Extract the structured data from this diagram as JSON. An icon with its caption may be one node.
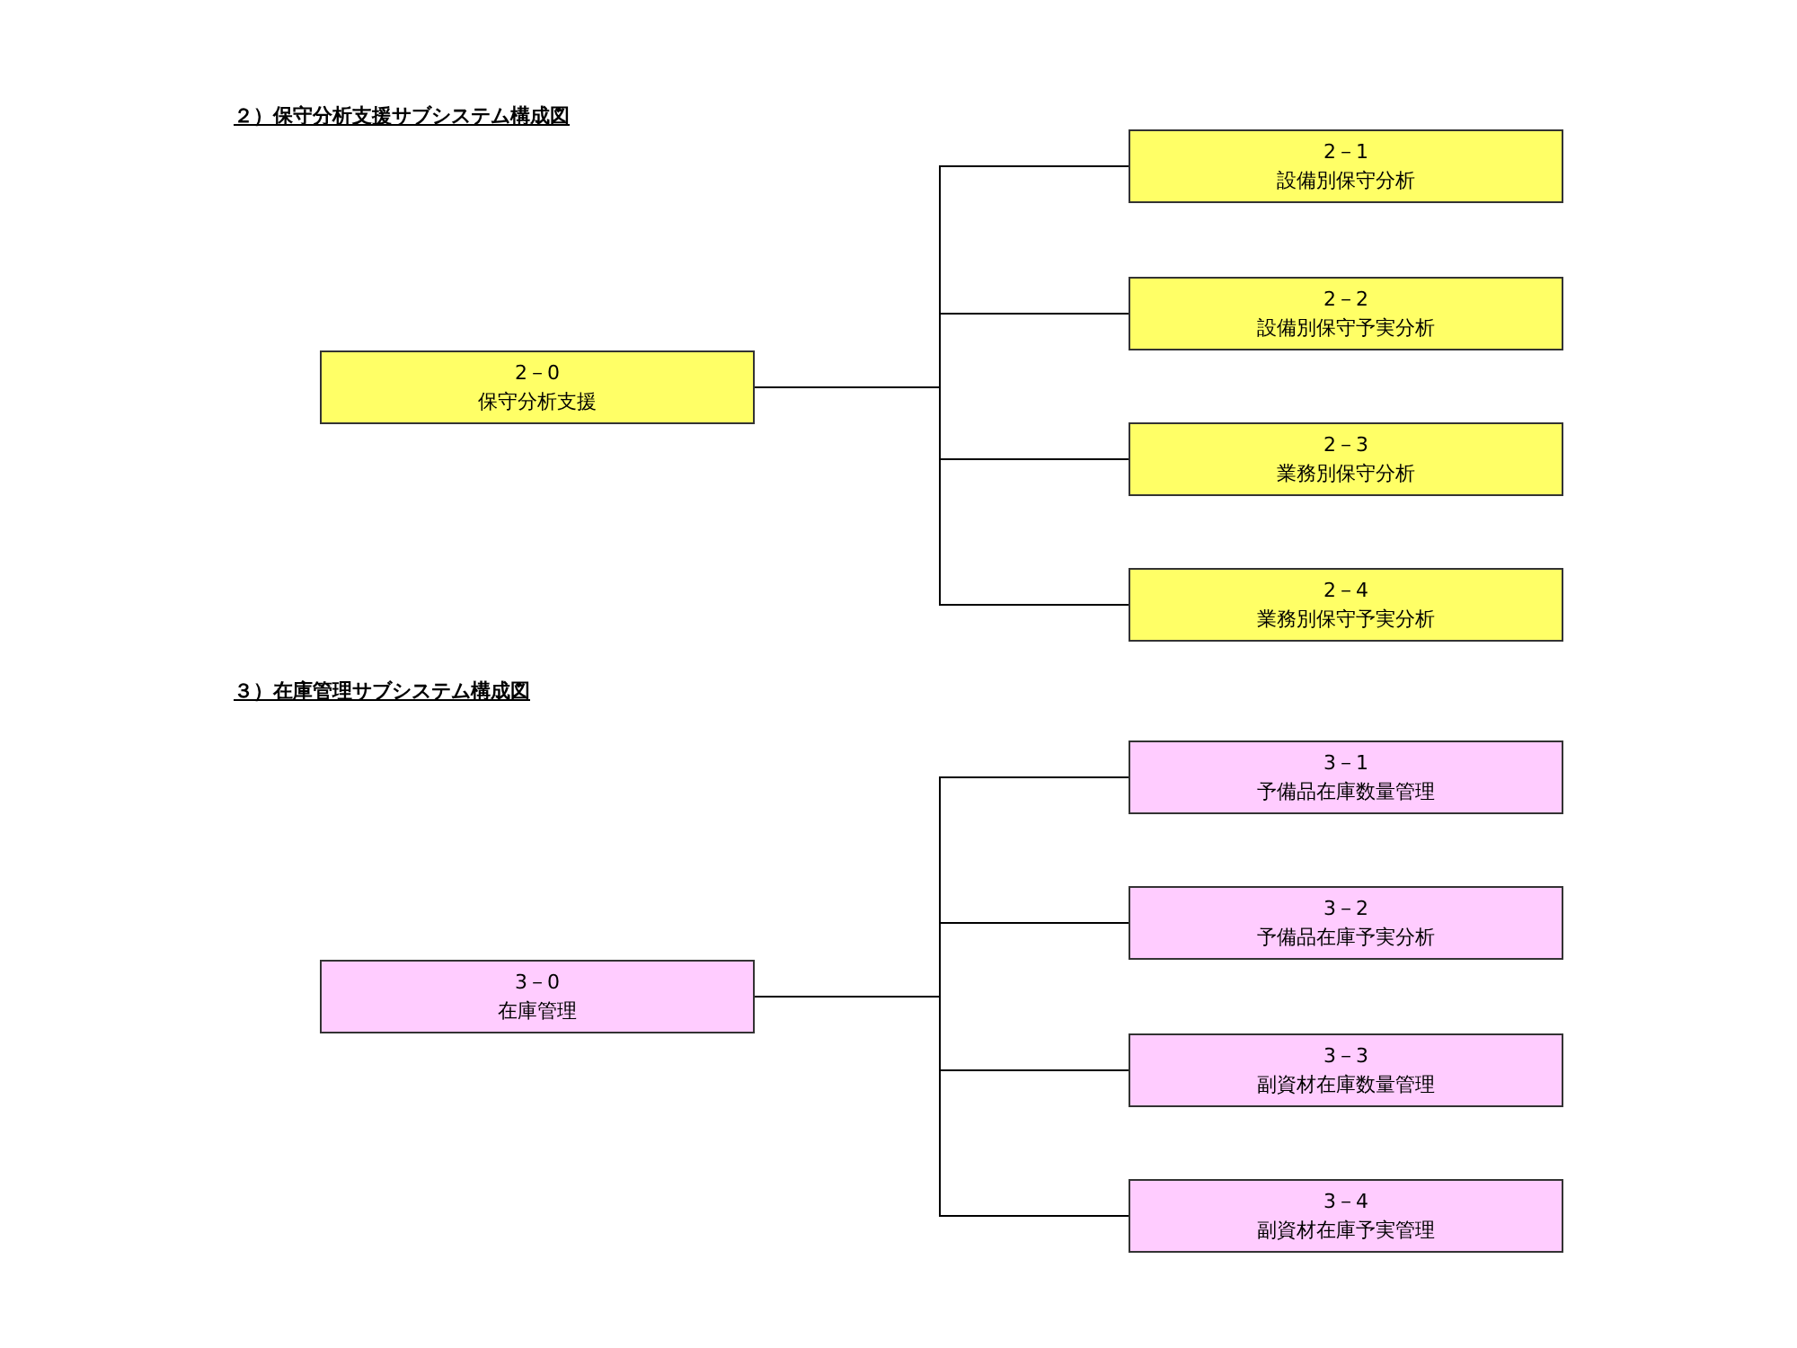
{
  "diagram": {
    "nodes": [
      {
        "text": [
          "2－0",
          "保守分析支援"
        ]
      },
      {
        "text": [
          "2－1",
          "設備別保守分析"
        ]
      },
      {
        "text": [
          "2－2",
          "設備別保守予実分析"
        ]
      },
      {
        "text": [
          "2－3",
          "業務別保守分析"
        ]
      },
      {
        "text": [
          "2－4",
          "業務別保守予実分析"
        ]
      },
      {
        "text": [
          "3－0",
          "在庫管理"
        ]
      },
      {
        "text": [
          "3－1",
          "予備品在庫数量管理"
        ]
      },
      {
        "text": [
          "3－2",
          "予備品在庫予実分析"
        ]
      },
      {
        "text": [
          "3－3",
          "副資材在庫数量管理"
        ]
      },
      {
        "text": [
          "3－4",
          "副資材在庫予実管理"
        ]
      }
    ],
    "edges": [
      {
        "from": 0,
        "to": 1,
        "arrow": "none"
      },
      {
        "from": 0,
        "to": 2,
        "arrow": "none"
      },
      {
        "from": 0,
        "to": 3,
        "arrow": "none"
      },
      {
        "from": 0,
        "to": 4,
        "arrow": "none"
      },
      {
        "from": 5,
        "to": 6,
        "arrow": "none"
      },
      {
        "from": 5,
        "to": 7,
        "arrow": "none"
      },
      {
        "from": 5,
        "to": 8,
        "arrow": "none"
      },
      {
        "from": 5,
        "to": 9,
        "arrow": "none"
      }
    ],
    "labels": [
      "２）保守分析支援サブシステム構成図",
      "３）在庫管理サブシステム構成図"
    ]
  }
}
